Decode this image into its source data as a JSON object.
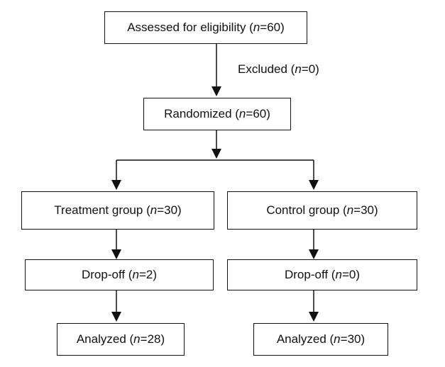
{
  "flowchart": {
    "assessed": {
      "prefix": "Assessed for eligibility (",
      "n_label": "n",
      "suffix": "=60)"
    },
    "excluded": {
      "prefix": "Excluded (",
      "n_label": "n",
      "suffix": "=0)"
    },
    "randomized": {
      "prefix": "Randomized (",
      "n_label": "n",
      "suffix": "=60)"
    },
    "treatment": {
      "group": {
        "prefix": "Treatment group (",
        "n_label": "n",
        "suffix": "=30)"
      },
      "dropoff": {
        "prefix": "Drop-off (",
        "n_label": "n",
        "suffix": "=2)"
      },
      "analyzed": {
        "prefix": "Analyzed (",
        "n_label": "n",
        "suffix": "=28)"
      }
    },
    "control": {
      "group": {
        "prefix": "Control group (",
        "n_label": "n",
        "suffix": "=30)"
      },
      "dropoff": {
        "prefix": "Drop-off (",
        "n_label": "n",
        "suffix": "=0)"
      },
      "analyzed": {
        "prefix": "Analyzed (",
        "n_label": "n",
        "suffix": "=30)"
      }
    }
  }
}
